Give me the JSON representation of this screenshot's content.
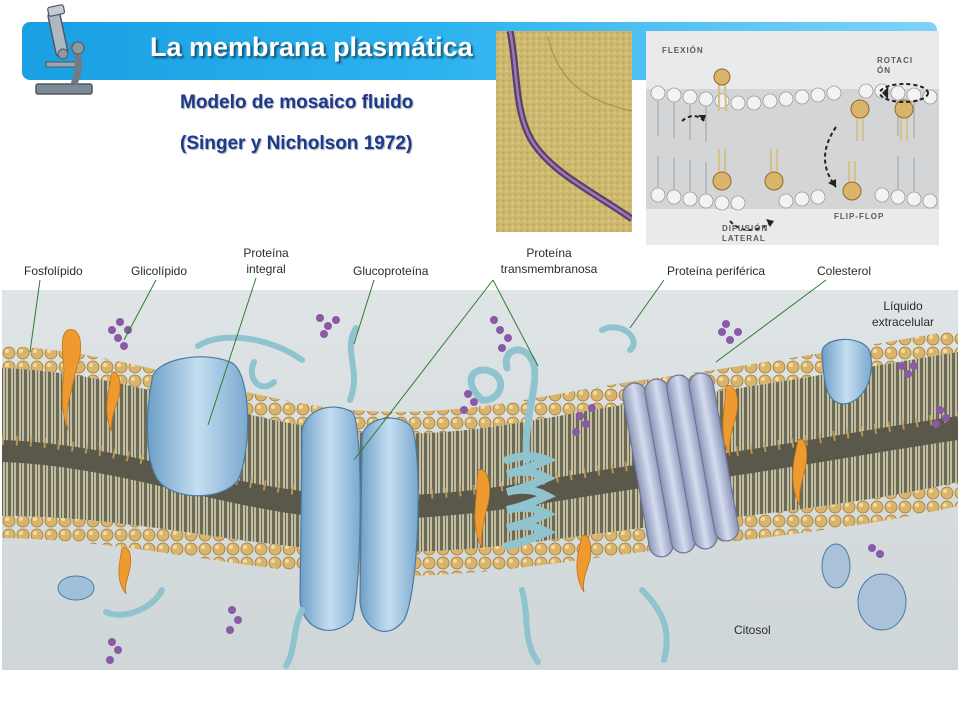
{
  "slide": {
    "title": "La membrana plasmática",
    "subtitle_line1": "Modelo de mosaico fluido",
    "subtitle_line2": "(Singer y Nicholson 1972)"
  },
  "movement_diagram": {
    "flexion": "FLEXIÓN",
    "rotation": "ROTACIÓN",
    "lateral_diffusion": "DIFUSIÓN LATERAL",
    "flip_flop": "FLIP-FLOP"
  },
  "labels": {
    "phospholipid": "Fosfolípido",
    "glycolipid": "Glicolípido",
    "integral_protein": "Proteína integral",
    "glycoprotein": "Glucoproteína",
    "transmembrane_protein": "Proteína transmembranosa",
    "peripheral_protein": "Proteína periférica",
    "cholesterol": "Colesterol",
    "extracellular_fluid": "Líquido extracelular",
    "cytosol": "Citosol"
  },
  "icons": [
    "microscope-icon"
  ],
  "colors": {
    "banner_start": "#1a9fe3",
    "banner_end": "#7fd3f6",
    "title": "#ffffff",
    "subtitle": "#1b3a8f",
    "leader_lines": "#2e7d2e",
    "lipid_head": "#d9b46a",
    "protein": "#9fc3e2",
    "cholesterol": "#ee9a2e",
    "glyco_chain": "#8a5aa6"
  }
}
